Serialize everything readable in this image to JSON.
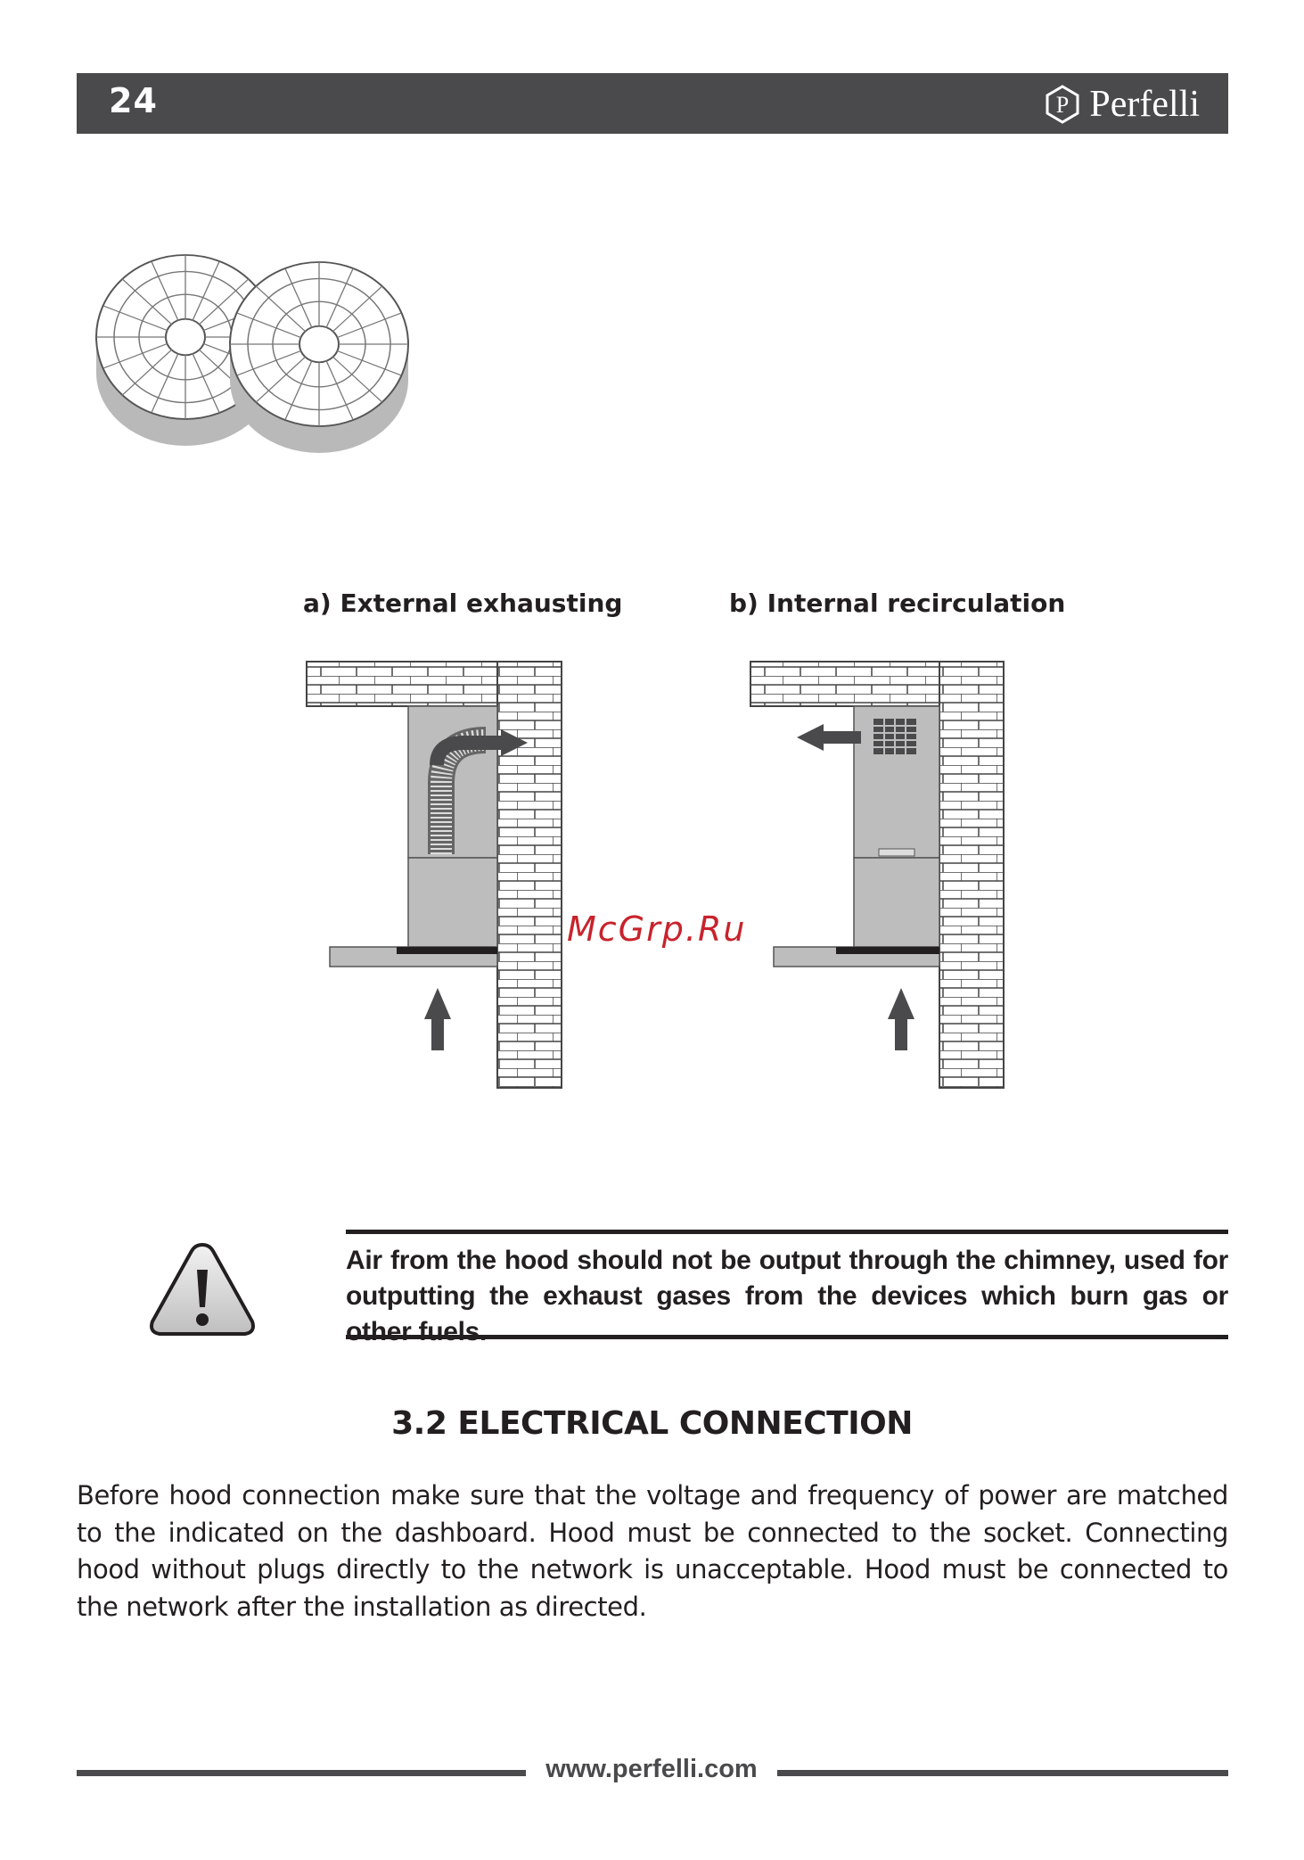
{
  "header": {
    "page_number": "24",
    "brand_name": "Perfelli",
    "brand_mark_letter": "P"
  },
  "figures": {
    "filters_icon": "carbon-filters-illustration",
    "caption_a": "a) External exhausting",
    "caption_b": "b) Internal recirculation"
  },
  "watermark": "McGrp.Ru",
  "warning": {
    "icon": "warning-triangle-icon",
    "text": "Air from the hood should not be output through the chimney, used for outputting the exhaust gases from the devices which burn gas or other fuels."
  },
  "section": {
    "heading": "3.2 ELECTRICAL CONNECTION",
    "body": "Before hood connection make sure that the voltage and frequency of power are matched to the indicated on the dashboard. Hood must be connected to the socket. Connecting hood without plugs directly to the network is unacceptable. Hood must be connected to the network after the installation as directed."
  },
  "footer": {
    "url": "www.perfelli.com"
  },
  "colors": {
    "header_bar": "#4a4a4c",
    "text": "#231f20",
    "hood_grey": "#bdbdbd",
    "arrow": "#4a4a4c",
    "watermark": "#c8232c"
  }
}
